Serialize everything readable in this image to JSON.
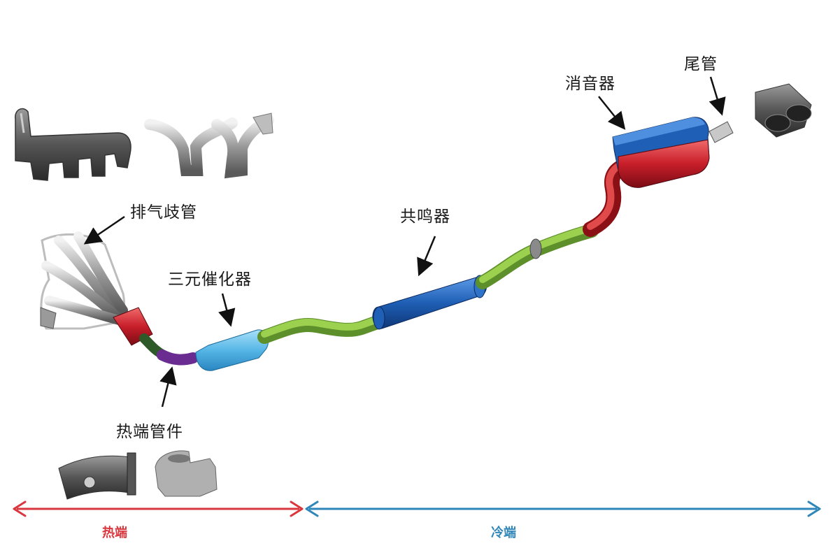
{
  "labels": {
    "exhaust_manifold": "排气歧管",
    "hot_end_pipe": "热端管件",
    "catalytic_converter": "三元催化器",
    "resonator": "共鸣器",
    "muffler": "消音器",
    "tailpipe": "尾管"
  },
  "zones": {
    "hot": "热端",
    "cold": "冷端"
  },
  "colors": {
    "hot_arrow": "#d9363e",
    "cold_arrow": "#2f86b8",
    "manifold_pipe": "#c8c8c8",
    "hot_converter": "#c81e2a",
    "flex_pipe": "#6a2c91",
    "catalyst": "#56b6e6",
    "mid_pipe": "#8dc63f",
    "resonator_body": "#1f5fb5",
    "rear_pipe": "#d0282e",
    "muffler_top": "#1f5fb5",
    "muffler_bottom": "#d0282e"
  }
}
